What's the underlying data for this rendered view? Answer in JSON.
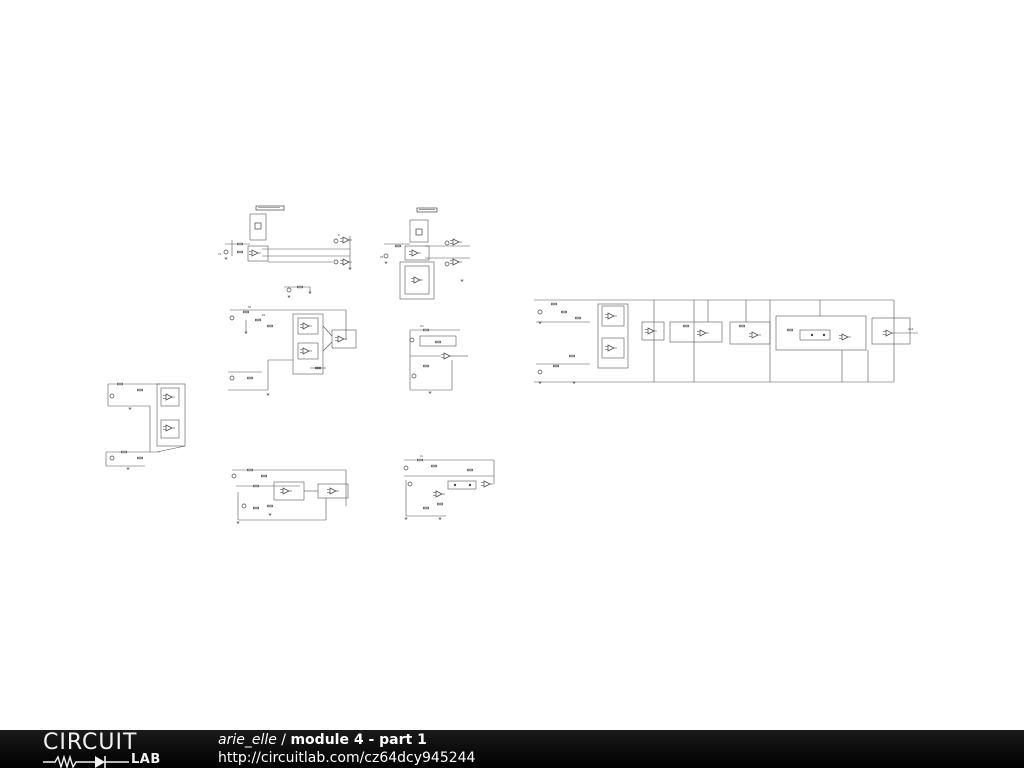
{
  "footer": {
    "logo_top": "CIRCUIT",
    "logo_bottom": "LAB",
    "author": "arie_elle",
    "separator": " / ",
    "circuit_name": "module 4 - part 1",
    "url": "http://circuitlab.com/cz64dcy945244"
  },
  "colors": {
    "footer_background": "#0d0d0d",
    "footer_text": "#ffffff",
    "canvas_background": "#ffffff",
    "wire": "#555555"
  },
  "icons": {
    "logo_waveform": "resistor-diode-waveform-icon"
  }
}
